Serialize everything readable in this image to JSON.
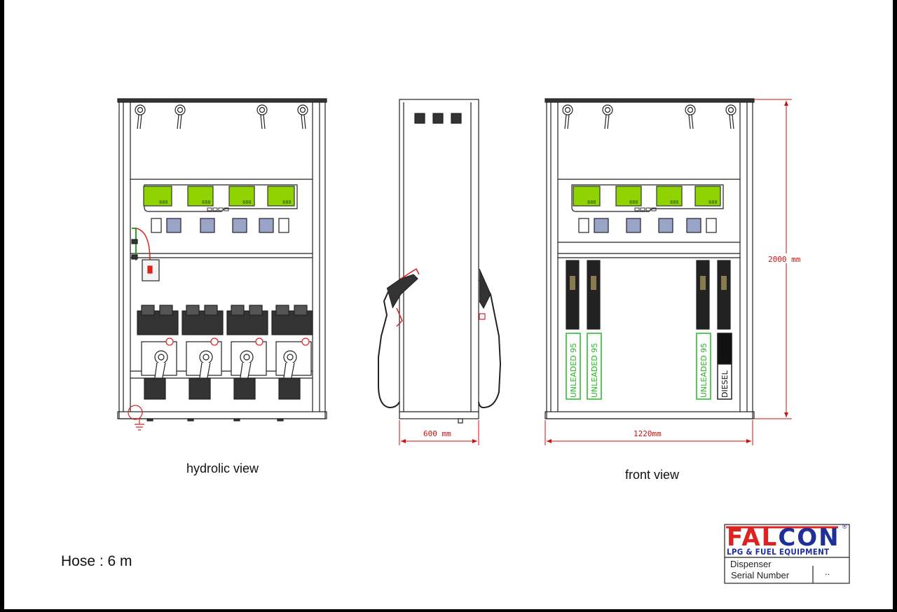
{
  "views": {
    "hydraulic_label": "hydrolic view",
    "front_label": "front view"
  },
  "hose_note": "Hose : 6 m",
  "dimensions": {
    "depth": "600 mm",
    "width": "1220mm",
    "height": "2000 mm"
  },
  "nozzle_labels": [
    "UNLEADED 95",
    "UNLEADED 95",
    "UNLEADED 95",
    "DIESEL"
  ],
  "display_digits": "888",
  "title_block": {
    "logo_fa": "FAL",
    "logo_con": "CON",
    "registered": "®",
    "subtitle": "LPG & FUEL EQUIPMENT",
    "row1": "Dispenser",
    "row2": "Serial Number",
    "row2_value": ".."
  },
  "colors": {
    "dimension": "#cc1111",
    "display": "#8fd400",
    "unleaded": "#22bb22",
    "logo_red": "#dd2222",
    "logo_blue": "#1f2f9a"
  }
}
